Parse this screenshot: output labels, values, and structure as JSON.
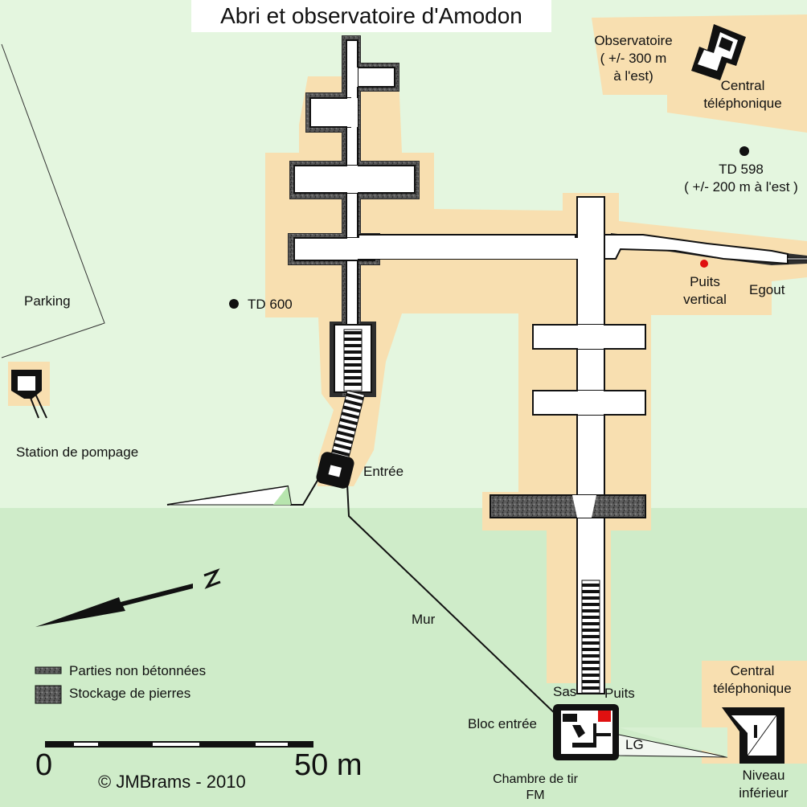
{
  "title": "Abri et observatoire d'Amodon",
  "labels": {
    "observatoire": [
      "Observatoire",
      "( +/- 300 m",
      "à l'est)"
    ],
    "central_top": [
      "Central",
      "téléphonique"
    ],
    "td598": [
      "TD 598",
      "( +/- 200 m à l'est )"
    ],
    "parking": "Parking",
    "td600": "TD 600",
    "puits_vertical": [
      "Puits",
      "vertical"
    ],
    "egout": "Egout",
    "station": "Station de pompage",
    "entree": "Entrée",
    "mur": "Mur",
    "sas": "Sas",
    "puits": "Puits",
    "bloc_entree": "Bloc entrée",
    "lg": "LG",
    "chambre": [
      "Chambre de tir",
      "FM"
    ],
    "central_bottom": [
      "Central",
      "téléphonique"
    ],
    "niveau": [
      "Niveau",
      "inférieur"
    ],
    "north": "N"
  },
  "legend": {
    "non_betonnees": "Parties non bétonnées",
    "stockage": "Stockage de pierres"
  },
  "scale": {
    "start": "0",
    "end": "50 m"
  },
  "copyright": "©  JMBrams - 2010",
  "colors": {
    "background": "#e4f6df",
    "lower_area": "#cfecc9",
    "sand": "#f8dfb0",
    "gallery": "#ffffff",
    "outline": "#111111",
    "highlight": "#e01010"
  }
}
